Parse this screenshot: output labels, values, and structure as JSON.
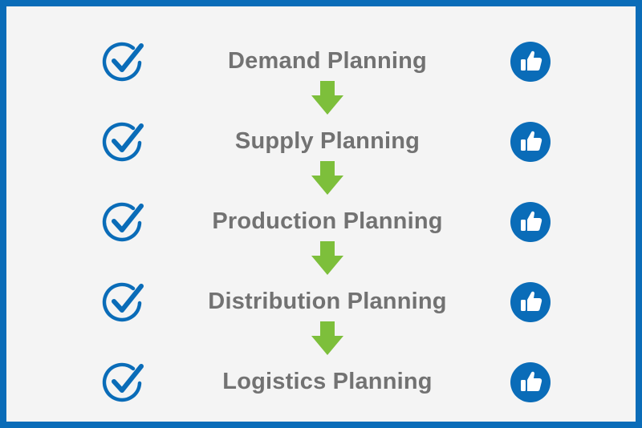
{
  "steps": [
    {
      "label": "Demand Planning"
    },
    {
      "label": "Supply Planning"
    },
    {
      "label": "Production Planning"
    },
    {
      "label": "Distribution Planning"
    },
    {
      "label": "Logistics Planning"
    }
  ],
  "colors": {
    "frame": "#0a6cb8",
    "background": "#f4f4f4",
    "text": "#727272",
    "check": "#0a6cb8",
    "thumb": "#0a6cb8",
    "arrow": "#7dbf3b"
  },
  "icons": {
    "left": "check-circle-icon",
    "right": "thumbs-up-icon",
    "connector": "down-arrow-icon"
  }
}
